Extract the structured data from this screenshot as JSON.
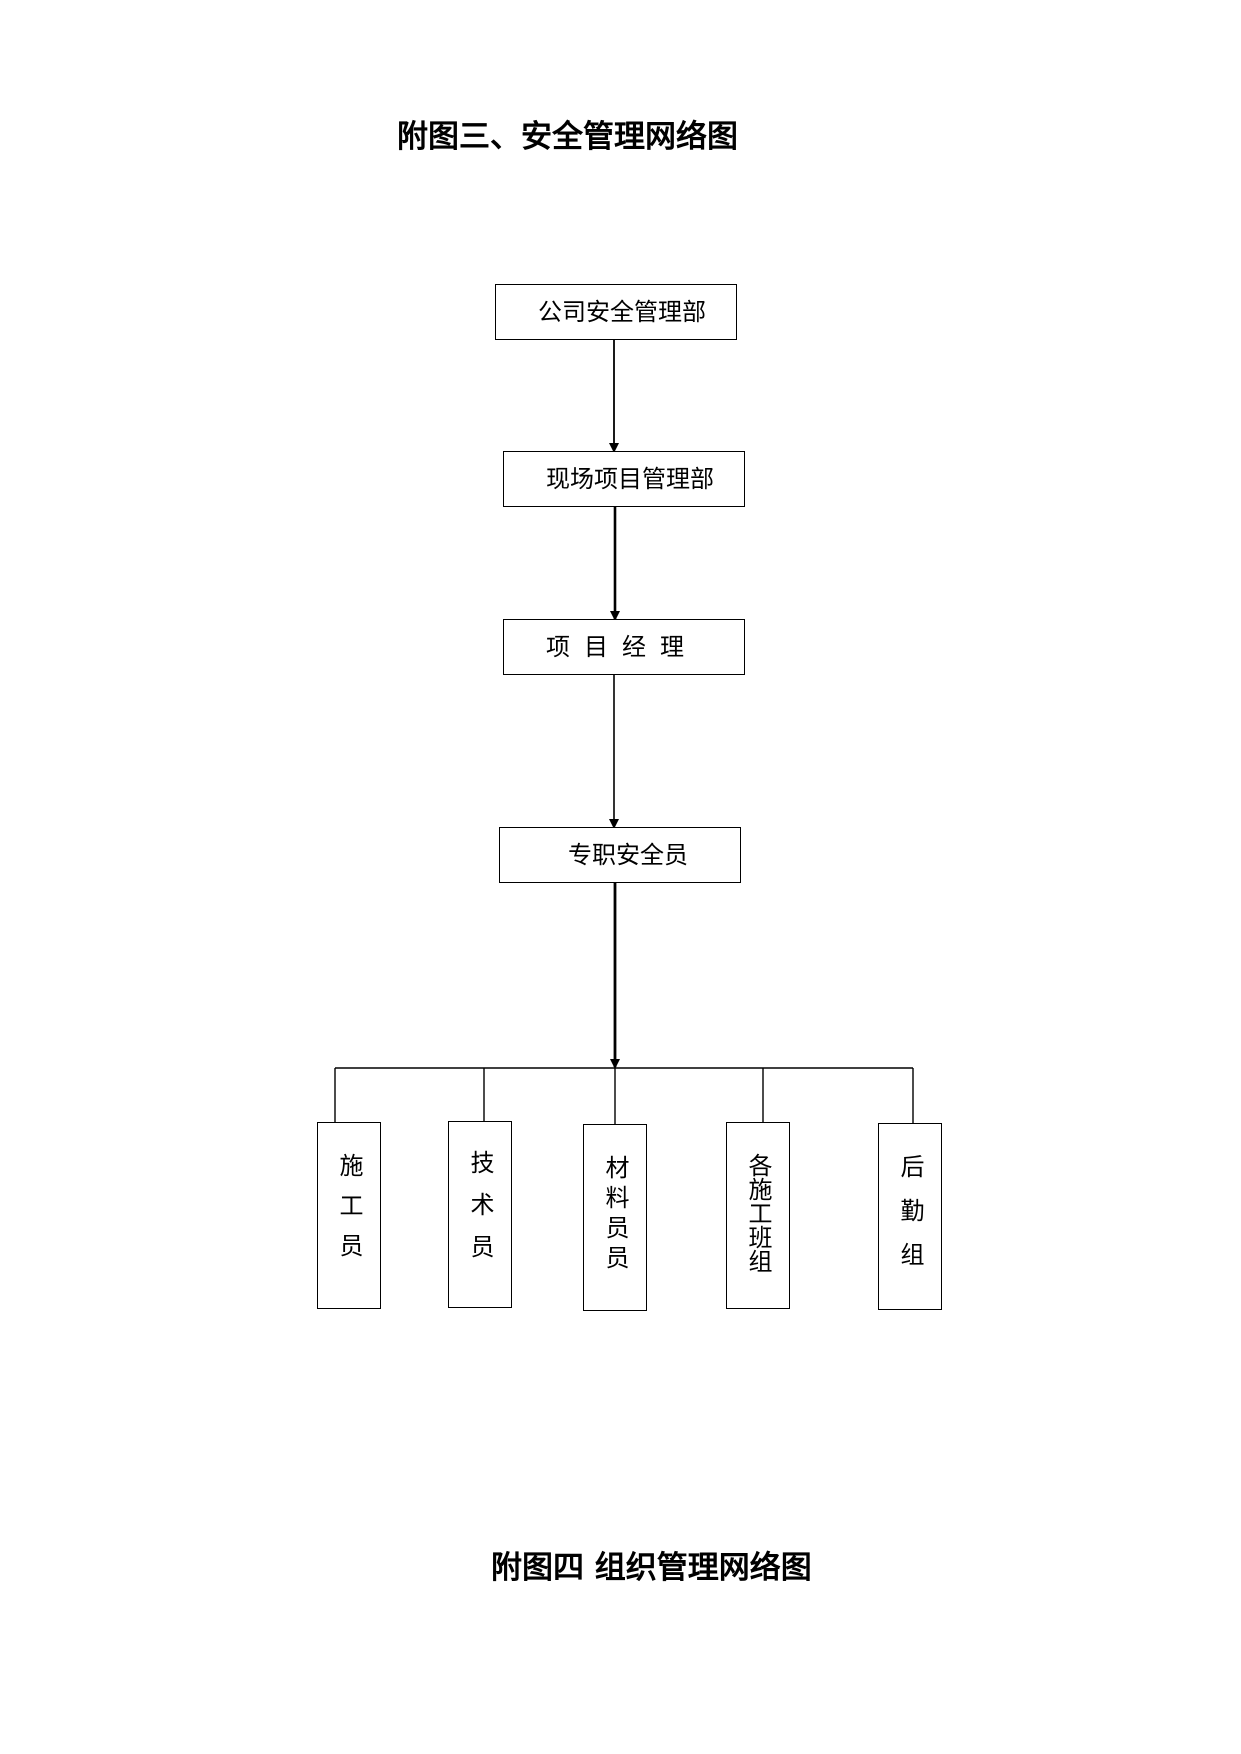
{
  "titles": {
    "figure3": "附图三、安全管理网络图",
    "figure4": "附图四  组织管理网络图"
  },
  "nodes": {
    "company_safety_dept": "公司安全管理部",
    "site_project_dept": "现场项目管理部",
    "project_manager": "项目经理",
    "safety_officer": "专职安全员",
    "children": [
      "施工员",
      "技术员",
      "材料员员",
      "各施工班组",
      "后勤组"
    ]
  }
}
